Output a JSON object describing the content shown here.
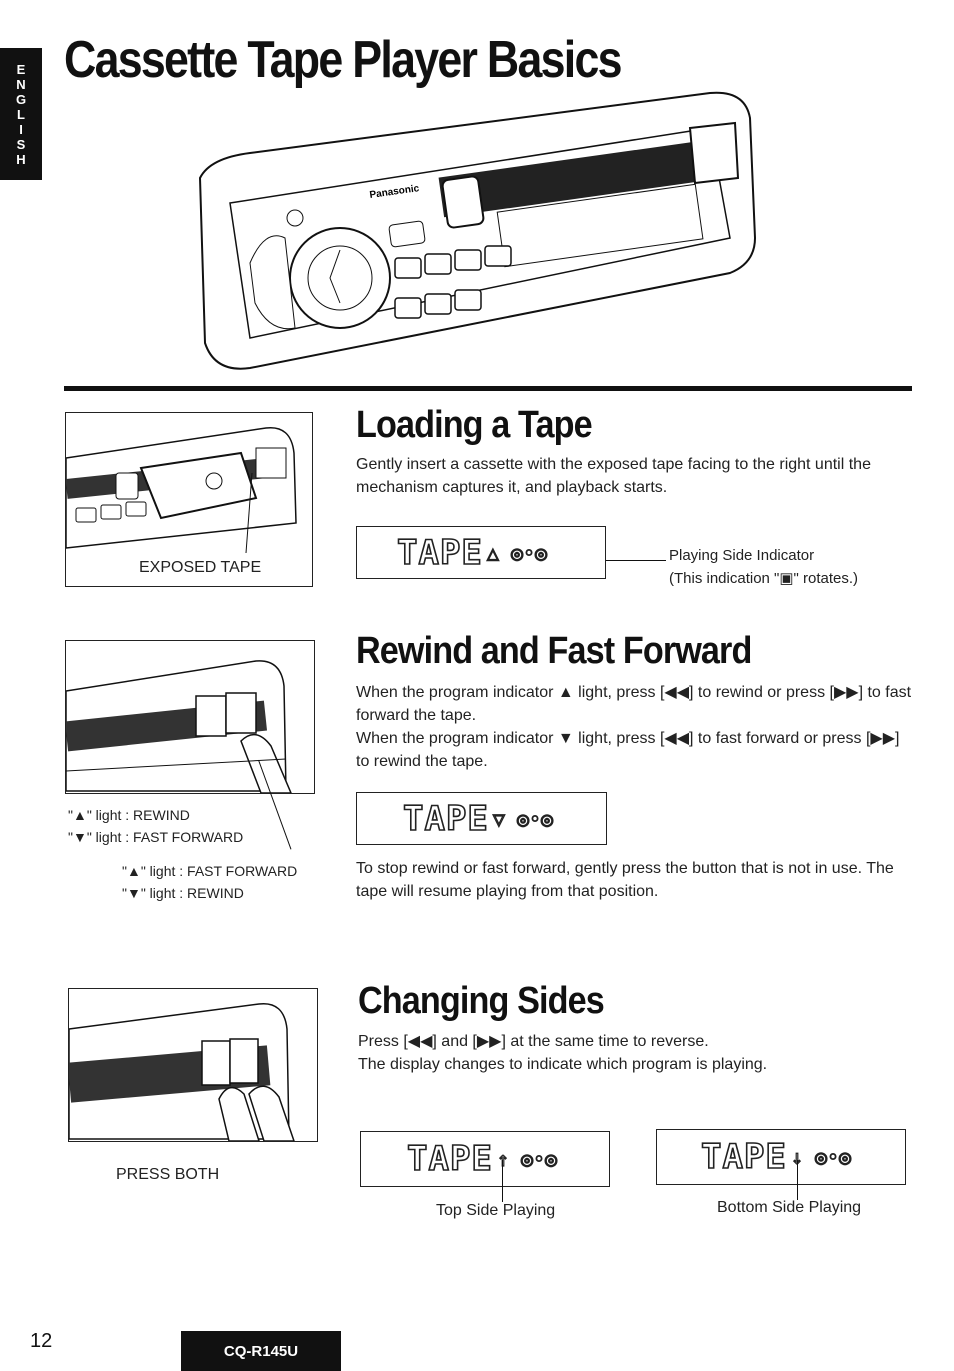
{
  "language_tab": [
    "E",
    "N",
    "G",
    "L",
    "I",
    "S",
    "H"
  ],
  "page_title": "Cassette Tape Player Basics",
  "brand": "Panasonic",
  "sections": {
    "loading": {
      "heading": "Loading a Tape",
      "body": "Gently insert a cassette with the exposed tape facing to the right until the mechanism captures it, and playback starts.",
      "figure_caption": "EXPOSED TAPE",
      "display_text": "TAPE",
      "indicator_label": "Playing Side Indicator",
      "indicator_note": "(This indication \"▣\" rotates.)"
    },
    "rewind": {
      "heading": "Rewind and Fast Forward",
      "body_1": "When the program indicator ▲ light, press [◀◀] to rewind or press [▶▶] to fast forward the tape.",
      "body_2": "When the program indicator ▼ light, press [◀◀] to fast forward or press [▶▶] to rewind the tape.",
      "display_text": "TAPE",
      "stop_text": "To stop rewind or fast forward, gently press the button that is not in use. The tape will resume playing from that position.",
      "labels_left": [
        "\"▲\" light : REWIND",
        "\"▼\" light : FAST FORWARD"
      ],
      "labels_right": [
        "\"▲\" light : FAST FORWARD",
        "\"▼\" light : REWIND"
      ]
    },
    "changing": {
      "heading": "Changing Sides",
      "body_1": "Press [◀◀] and [▶▶] at the same time to reverse.",
      "body_2": "The display changes to indicate which program is playing.",
      "figure_caption": "PRESS BOTH",
      "display_top": "TAPE",
      "display_bottom": "TAPE",
      "top_label": "Top Side Playing",
      "bottom_label": "Bottom Side Playing"
    }
  },
  "footer": {
    "page_number": "12",
    "model": "CQ-R145U"
  }
}
